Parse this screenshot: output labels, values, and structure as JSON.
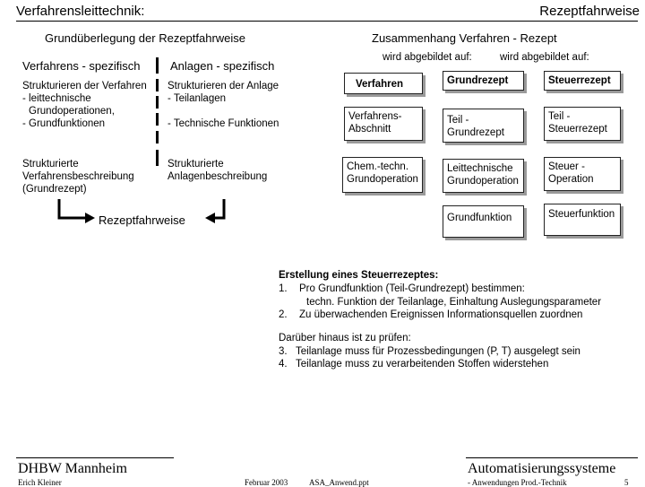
{
  "header": {
    "left": "Verfahrensleittechnik:",
    "right": "Rezeptfahrweise"
  },
  "left_section": {
    "title": "Grundüberlegung der Rezeptfahrweise",
    "col1_heading": "Verfahrens - spezifisch",
    "col2_heading": "Anlagen - spezifisch",
    "col1_row1": [
      "Strukturieren der Verfahren",
      "- leittechnische",
      "  Grundoperationen,",
      "- Grundfunktionen"
    ],
    "col1_row2": [
      "Strukturierte",
      "Verfahrensbeschreibung",
      "(Grundrezept)"
    ],
    "col2_row1a": [
      "Strukturieren der Anlage",
      "- Teilanlagen"
    ],
    "col2_row1b": "- Technische  Funktionen",
    "col2_row2": [
      "Strukturierte",
      "Anlagenbeschreibung"
    ],
    "result": "Rezeptfahrweise"
  },
  "right_section": {
    "title": "Zusammenhang Verfahren - Rezept",
    "mapped_label_1": "wird abgebildet auf:",
    "mapped_label_2": "wird abgebildet auf:",
    "grid": [
      [
        "Verfahren",
        "Grundrezept",
        "Steuerrezept"
      ],
      [
        [
          "Verfahrens-",
          "Abschnitt"
        ],
        [
          "Teil -",
          "Grundrezept"
        ],
        [
          "Teil -",
          "Steuerrezept"
        ]
      ],
      [
        [
          "Chem.-techn.",
          "Grundoperation"
        ],
        [
          "Leittechnische",
          "Grundoperation"
        ],
        [
          "Steuer -",
          "Operation"
        ]
      ],
      [
        "",
        "Grundfunktion",
        "Steuerfunktion"
      ]
    ]
  },
  "instructions": {
    "heading": "Erstellung eines Steuerrezeptes:",
    "item1_no": "1.",
    "item1": "Pro Grundfunktion (Teil-Grundrezept) bestimmen:",
    "item1_sub": "techn. Funktion der Teilanlage, Einhaltung Auslegungsparameter",
    "item2_no": "2.",
    "item2": "Zu überwachenden Ereignissen Informationsquellen zuordnen",
    "check_heading": "Darüber hinaus ist zu prüfen:",
    "item3_no": "3.",
    "item3": "Teilanlage muss für Prozessbedingungen (P, T) ausgelegt sein",
    "item4_no": "4.",
    "item4": "Teilanlage muss zu verarbeitenden Stoffen widerstehen"
  },
  "footer": {
    "left": "DHBW  Mannheim",
    "right": "Automatisierungssysteme",
    "author": "Erich Kleiner",
    "date": "Februar 2003",
    "file": "ASA_Anwend.ppt",
    "topic": "- Anwendungen Prod.-Technik",
    "page": "5"
  }
}
